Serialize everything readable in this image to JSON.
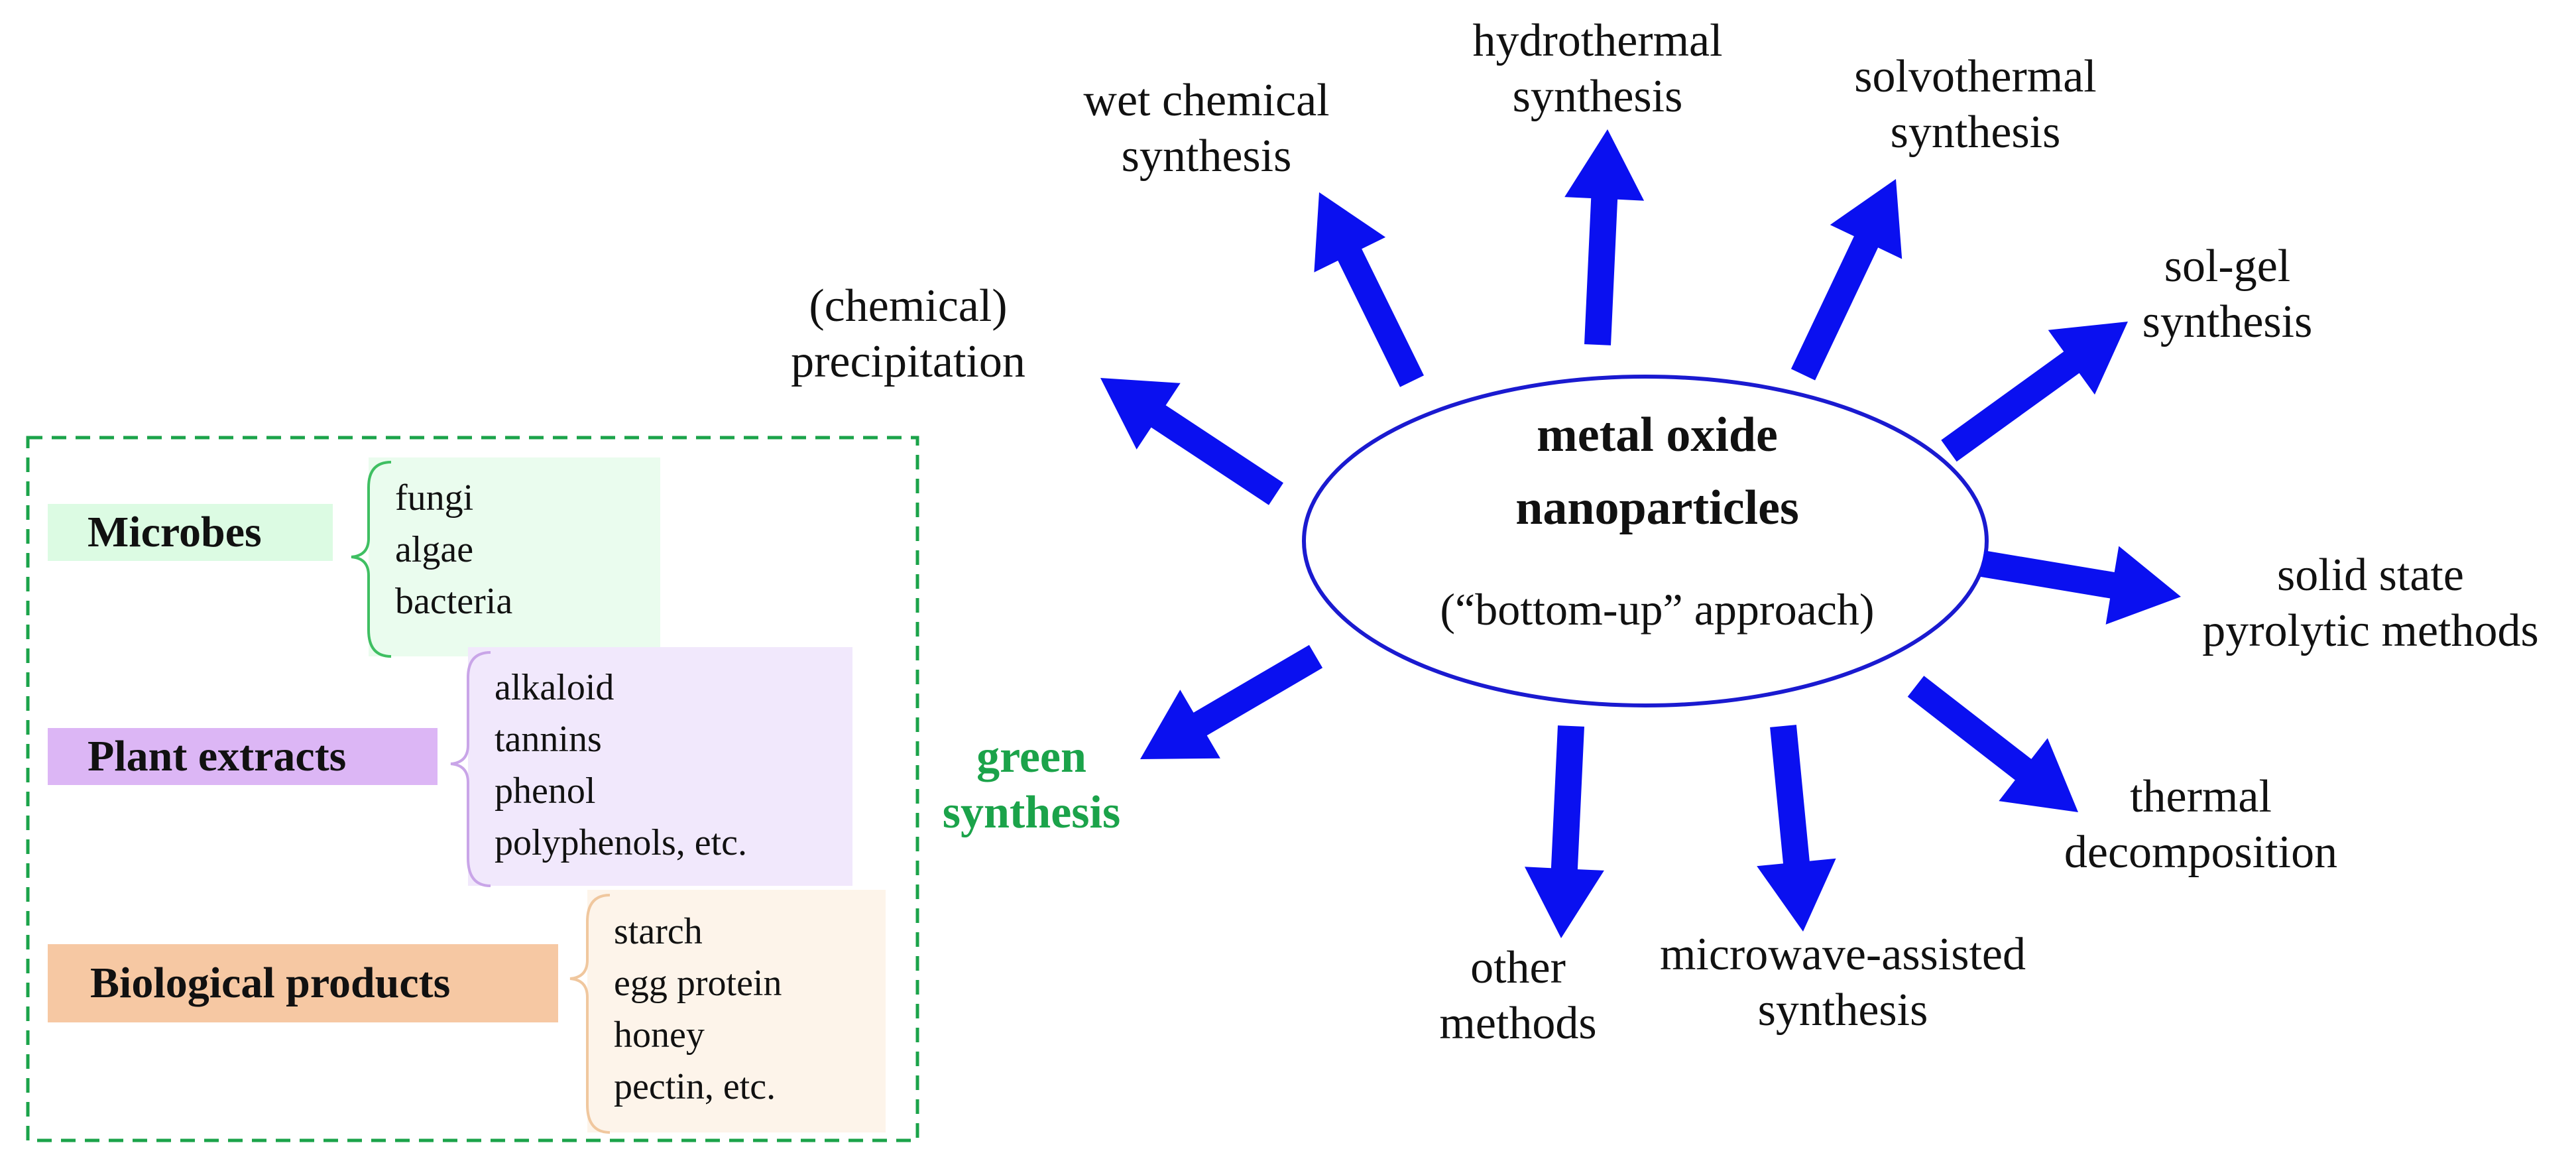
{
  "center": {
    "title_line1": "metal oxide",
    "title_line2": "nanoparticles",
    "subtitle": "(“bottom-up” approach)"
  },
  "methods": [
    {
      "id": "precipitation",
      "line1": "(chemical)",
      "line2": "precipitation"
    },
    {
      "id": "wet-chemical",
      "line1": "wet chemical",
      "line2": "synthesis"
    },
    {
      "id": "hydrothermal",
      "line1": "hydrothermal",
      "line2": "synthesis"
    },
    {
      "id": "solvothermal",
      "line1": "solvothermal",
      "line2": "synthesis"
    },
    {
      "id": "sol-gel",
      "line1": "sol-gel",
      "line2": "synthesis"
    },
    {
      "id": "solid-state",
      "line1": "solid state",
      "line2": "pyrolytic methods"
    },
    {
      "id": "thermal-decomposition",
      "line1": "thermal",
      "line2": "decomposition"
    },
    {
      "id": "microwave",
      "line1": "microwave-assisted",
      "line2": "synthesis"
    },
    {
      "id": "other",
      "line1": "other",
      "line2": "methods"
    },
    {
      "id": "green",
      "line1": "green",
      "line2": "synthesis"
    }
  ],
  "green_sources": [
    {
      "label": "Microbes",
      "items": [
        "fungi",
        "algae",
        "bacteria"
      ]
    },
    {
      "label": "Plant extracts",
      "items": [
        "alkaloid",
        "tannins",
        "phenol",
        "polyphenols, etc."
      ]
    },
    {
      "label": "Biological products",
      "items": [
        "starch",
        "egg protein",
        "honey",
        "pectin, etc."
      ]
    }
  ],
  "colors": {
    "arrow": "#0a10f0",
    "ellipse_stroke": "#1a1ad0",
    "green": "#1ba34a",
    "microbes_bg": "#dcfbe3",
    "microbes_brace": "#3fbf62",
    "plant_bg": "#dcb6f5",
    "plant_box": "#f1e8fc",
    "plant_brace": "#c9a5e8",
    "bio_bg": "#f6c8a3",
    "bio_box": "#fdf4ea",
    "bio_brace": "#f0c79e"
  }
}
